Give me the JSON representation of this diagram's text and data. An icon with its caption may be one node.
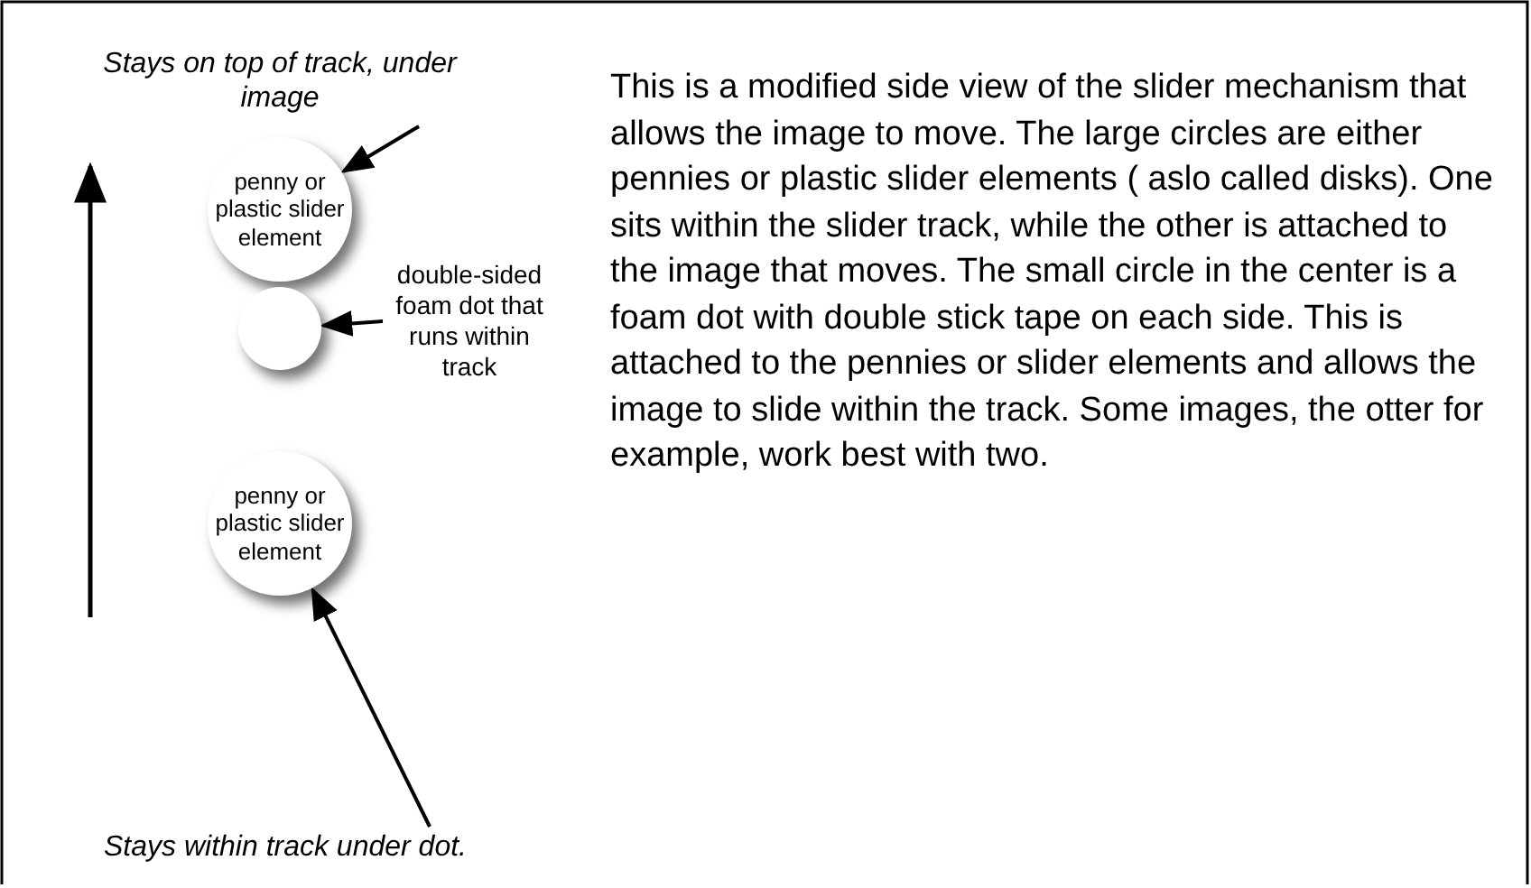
{
  "diagram": {
    "nodes": [
      {
        "text": [
          "Stays on top of track, under image"
        ]
      },
      {
        "text": [
          "penny or plastic slider element"
        ]
      },
      {
        "text": [
          "double-sided foam dot that runs within track"
        ]
      },
      {
        "text": [],
        "shape": "circle"
      },
      {
        "text": [
          "penny or plastic slider element"
        ]
      },
      {
        "text": [
          "Stays within track under dot."
        ]
      }
    ],
    "edges": [
      {
        "from": 0,
        "to": 1,
        "arrow": "to"
      },
      {
        "from": 2,
        "to": 3,
        "arrow": "to"
      },
      {
        "from": 5,
        "to": 4,
        "arrow": "to"
      }
    ],
    "labels": [
      "This is a modified side view of the slider mechanism that allows the image to move. The large circles are either pennies or plastic slider elements ( aslo called disks). One sits within the slider track, while the other is attached to the image that moves. The small circle in the center is a foam dot with double stick tape on each side. This is attached to the pennies or slider elements and allows the image to slide within the track. Some images, the otter for example, work best with two."
    ]
  }
}
